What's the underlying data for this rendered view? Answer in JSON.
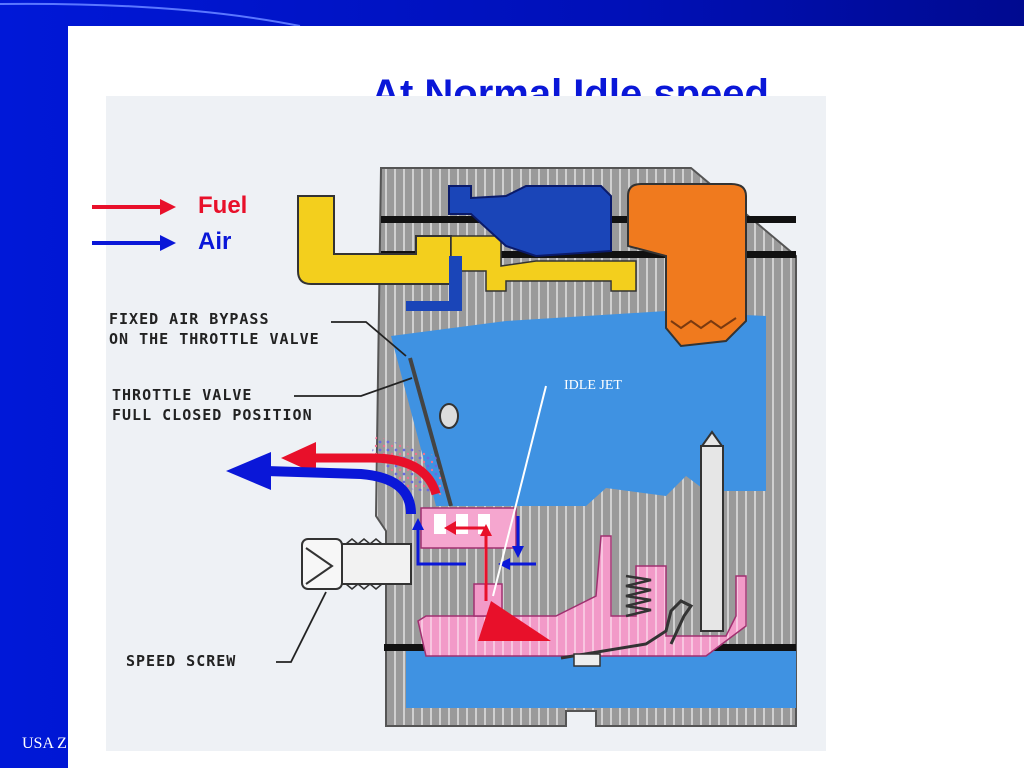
{
  "slide": {
    "title": "At Normal Idle speed",
    "footer": "USA Z"
  },
  "legend": {
    "fuel_label": "Fuel",
    "air_label": "Air"
  },
  "diagram": {
    "callouts": {
      "bypass_line1": "FIXED AIR BYPASS",
      "bypass_line2": "ON THE THROTTLE VALVE",
      "throttle_line1": "THROTTLE VALVE",
      "throttle_line2": "FULL CLOSED POSITION",
      "speed_screw": "SPEED SCREW",
      "idle_jet": "IDLE JET"
    }
  },
  "colors": {
    "fuel": "#e8102a",
    "air": "#0a17d8",
    "chamber": "#3a8fe0",
    "body_hatch": "#8a8a8a",
    "fuel_passage": "#f090c8",
    "float_yellow": "#f3cf1d",
    "filter_orange": "#f07a1e"
  }
}
